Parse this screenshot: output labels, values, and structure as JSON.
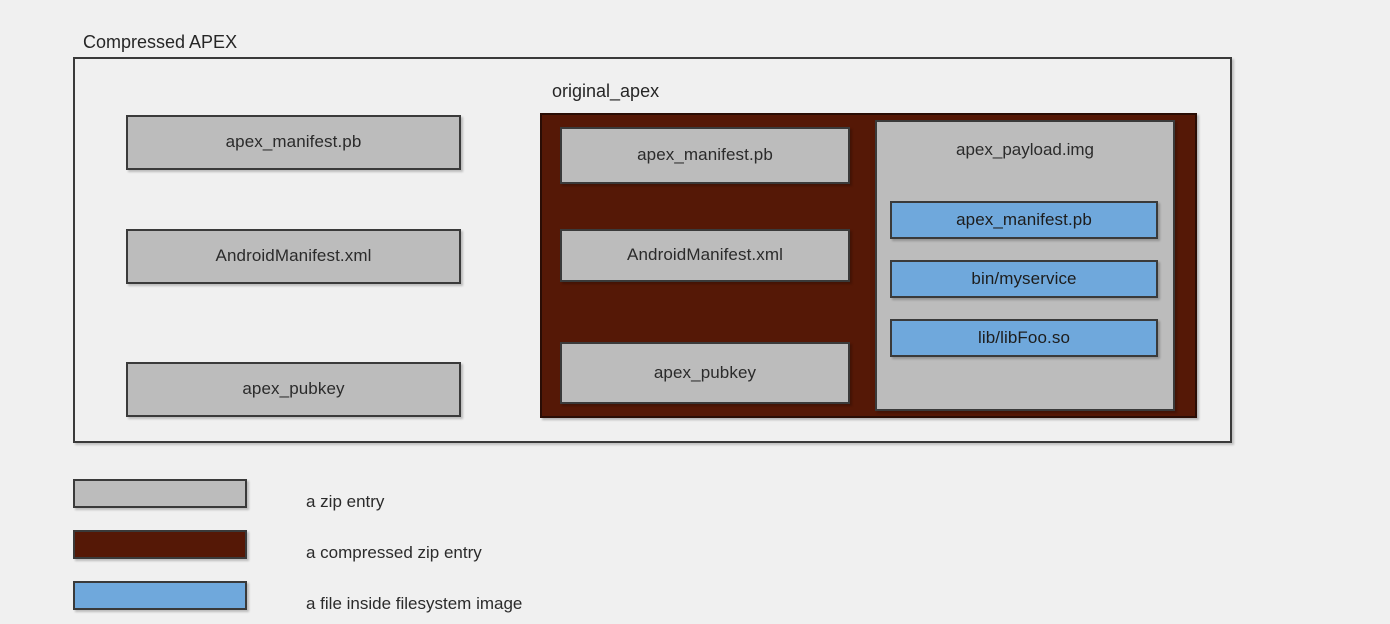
{
  "diagram": {
    "title": "Compressed APEX",
    "background_color": "#f0f0f0",
    "colors": {
      "zip_entry": "#bcbcbc",
      "compressed_zip_entry": "#551806",
      "filesystem_file": "#6fa8dc",
      "border": "#3a3a3a"
    },
    "outer_container": {
      "label": "Compressed APEX",
      "entries": [
        {
          "label": "apex_manifest.pb",
          "kind": "zip-entry"
        },
        {
          "label": "AndroidManifest.xml",
          "kind": "zip-entry"
        },
        {
          "label": "apex_pubkey",
          "kind": "zip-entry"
        }
      ]
    },
    "original_apex": {
      "label": "original_apex",
      "kind": "compressed-zip-entry",
      "entries": [
        {
          "label": "apex_manifest.pb",
          "kind": "zip-entry"
        },
        {
          "label": "AndroidManifest.xml",
          "kind": "zip-entry"
        },
        {
          "label": "apex_pubkey",
          "kind": "zip-entry"
        }
      ],
      "payload": {
        "label": "apex_payload.img",
        "kind": "zip-entry",
        "files": [
          {
            "label": "apex_manifest.pb",
            "kind": "filesystem-file"
          },
          {
            "label": "bin/myservice",
            "kind": "filesystem-file"
          },
          {
            "label": "lib/libFoo.so",
            "kind": "filesystem-file"
          }
        ]
      }
    },
    "legend": [
      {
        "swatch": "zip-entry",
        "label": "a zip entry",
        "color": "#bcbcbc"
      },
      {
        "swatch": "compressed-zip-entry",
        "label": "a compressed zip entry",
        "color": "#551806"
      },
      {
        "swatch": "filesystem-file",
        "label": "a file inside filesystem image",
        "color": "#6fa8dc"
      }
    ]
  }
}
